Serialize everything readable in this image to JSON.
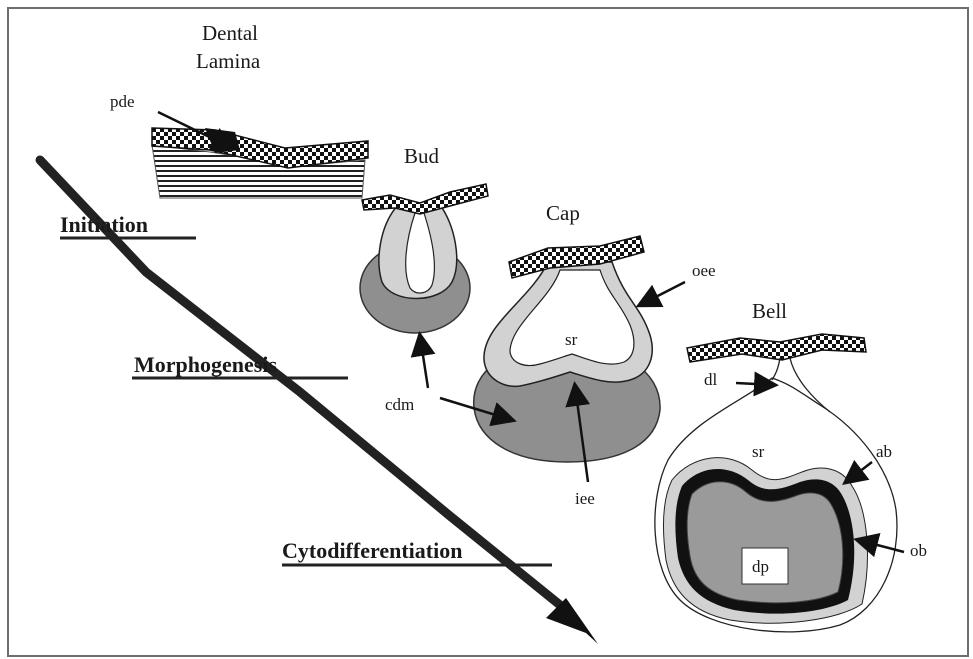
{
  "stages": {
    "dental_lamina_line1": "Dental",
    "dental_lamina_line2": "Lamina",
    "bud": "Bud",
    "cap": "Cap",
    "bell": "Bell"
  },
  "phases": {
    "initiation": "Initiation",
    "morphogenesis": "Morphogenesis",
    "cytodifferentiation": "Cytodifferentiation"
  },
  "labels": {
    "pde": "pde",
    "cdm": "cdm",
    "oee": "oee",
    "sr_cap": "sr",
    "iee": "iee",
    "dl": "dl",
    "sr_bell": "sr",
    "ab": "ab",
    "ob": "ob",
    "dp": "dp"
  },
  "colors": {
    "epithelium_light": "#d2d2d2",
    "mesenchyme": "#8f8f8f",
    "ink": "#111111",
    "border": "#6e6e6e"
  }
}
